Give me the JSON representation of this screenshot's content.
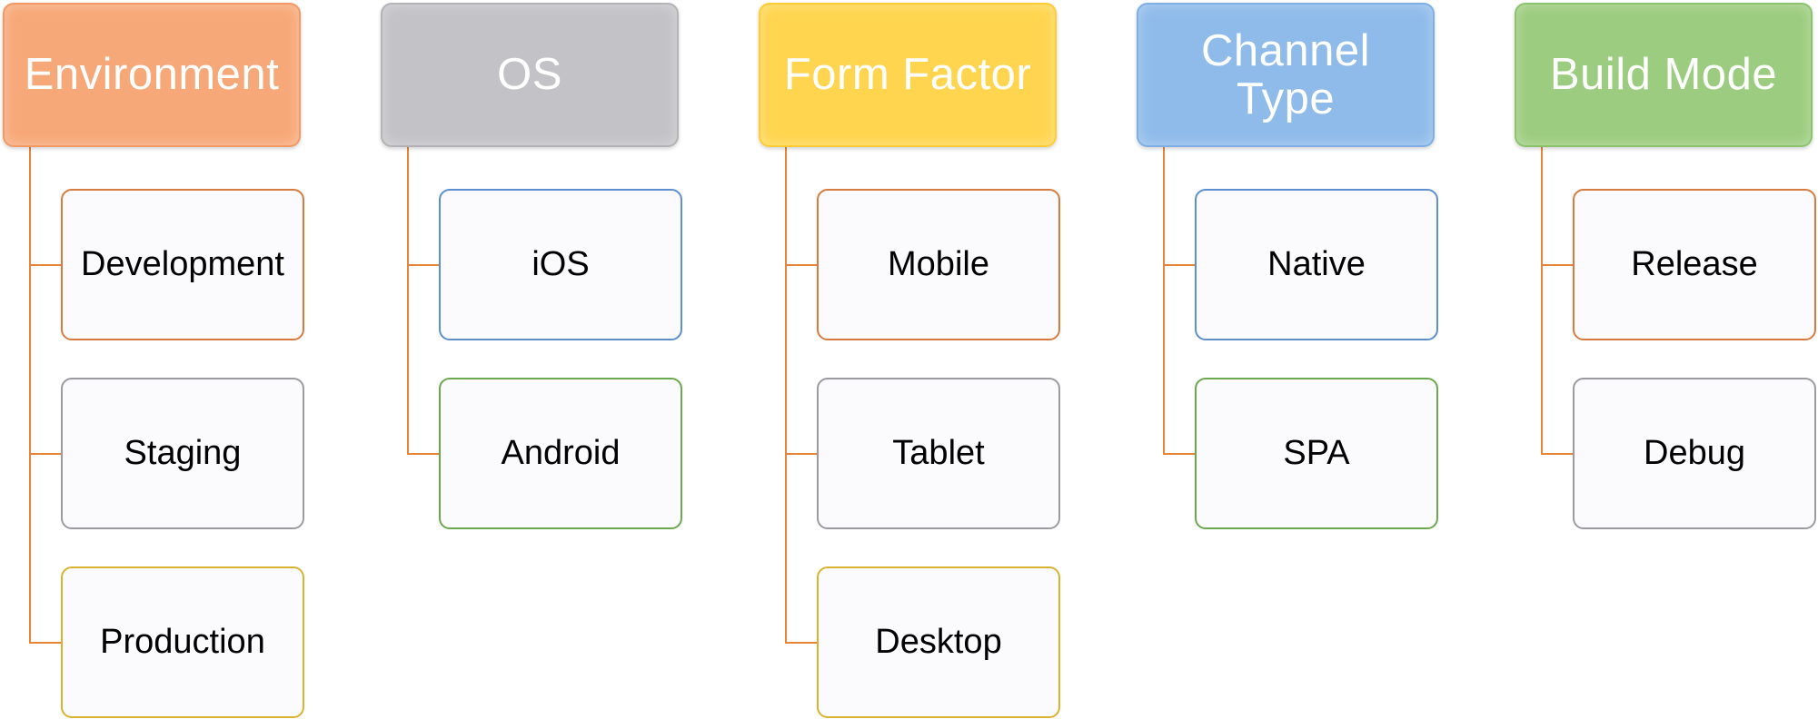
{
  "colors": {
    "connector": "#e8833a",
    "child_background": "#fbfafd",
    "child_text": "#000000",
    "header_text": "#ffffff"
  },
  "columns": [
    {
      "header": {
        "label": "Environment",
        "color": "#f7a878",
        "border": "#f39a64"
      },
      "items": [
        {
          "label": "Development",
          "border": "#d67a3f"
        },
        {
          "label": "Staging",
          "border": "#9b9b9f"
        },
        {
          "label": "Production",
          "border": "#d9b32f"
        }
      ]
    },
    {
      "header": {
        "label": "OS",
        "color": "#c3c3c7",
        "border": "#b3b3b8"
      },
      "items": [
        {
          "label": "iOS",
          "border": "#5b8fd1"
        },
        {
          "label": "Android",
          "border": "#6aa84f"
        }
      ]
    },
    {
      "header": {
        "label": "Form Factor",
        "color": "#ffd54f",
        "border": "#ffcc33"
      },
      "items": [
        {
          "label": "Mobile",
          "border": "#d67a3f"
        },
        {
          "label": "Tablet",
          "border": "#9b9b9f"
        },
        {
          "label": "Desktop",
          "border": "#d9b32f"
        }
      ]
    },
    {
      "header": {
        "label": "Channel Type",
        "color": "#8fbbea",
        "border": "#7eb0e6"
      },
      "items": [
        {
          "label": "Native",
          "border": "#5b8fd1"
        },
        {
          "label": "SPA",
          "border": "#6aa84f"
        }
      ]
    },
    {
      "header": {
        "label": "Build Mode",
        "color": "#9ccc7f",
        "border": "#8cc46d"
      },
      "items": [
        {
          "label": "Release",
          "border": "#d67a3f"
        },
        {
          "label": "Debug",
          "border": "#9b9b9f"
        }
      ]
    }
  ]
}
